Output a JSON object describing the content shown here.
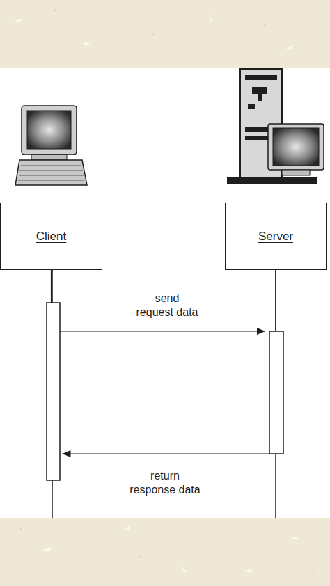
{
  "diagram": {
    "nodes": [
      {
        "text": [
          "Client"
        ]
      },
      {
        "text": [
          "Server"
        ]
      }
    ],
    "edges": [
      {
        "from": 0,
        "to": 1,
        "arrow": "to",
        "label": "send request data"
      },
      {
        "from": 1,
        "to": 0,
        "arrow": "to",
        "label": "return response data"
      }
    ]
  }
}
